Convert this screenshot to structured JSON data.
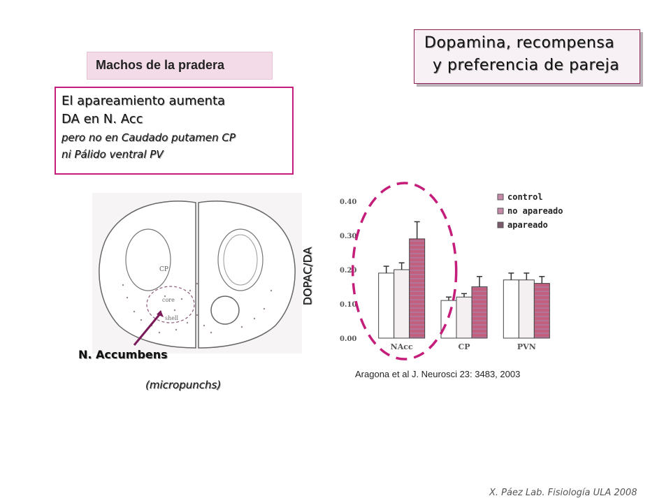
{
  "title": {
    "line1": "Dopamina, recompensa",
    "line2": "y preferencia de pareja"
  },
  "subject": "Machos de la pradera",
  "claim": {
    "line1": "El apareamiento aumenta",
    "line2": "DA en N. Acc",
    "line3": "pero no en Caudado putamen CP",
    "line4": "ni Pálido ventral PV"
  },
  "brain_labels": {
    "accumbens": "N. Accumbens",
    "micropunchs": "(micropunchs)",
    "cp": "CP",
    "core": "core",
    "shell": "shell"
  },
  "citation": "Aragona et al J. Neurosci 23: 3483, 2003",
  "footer": "X. Páez Lab. Fisiología ULA 2008",
  "colors": {
    "accent": "#c41e7a",
    "apareado": "#c0607e",
    "bar_outline": "#333333"
  },
  "chart_data": {
    "type": "bar",
    "ylabel": "DOPAC/DA",
    "ylim": [
      0,
      0.4
    ],
    "yticks": [
      "0.00",
      "0.10",
      "0.20",
      "0.30",
      "0.40"
    ],
    "categories": [
      "NAcc",
      "CP",
      "PVN"
    ],
    "series": [
      {
        "name": "control",
        "values": [
          0.19,
          0.11,
          0.17
        ],
        "errors": [
          0.02,
          0.01,
          0.02
        ]
      },
      {
        "name": "no apareado",
        "values": [
          0.2,
          0.12,
          0.17
        ],
        "errors": [
          0.02,
          0.01,
          0.02
        ]
      },
      {
        "name": "apareado",
        "values": [
          0.29,
          0.15,
          0.16
        ],
        "errors": [
          0.05,
          0.03,
          0.02
        ]
      }
    ],
    "legend_position": "top-right",
    "highlight": "NAcc"
  }
}
